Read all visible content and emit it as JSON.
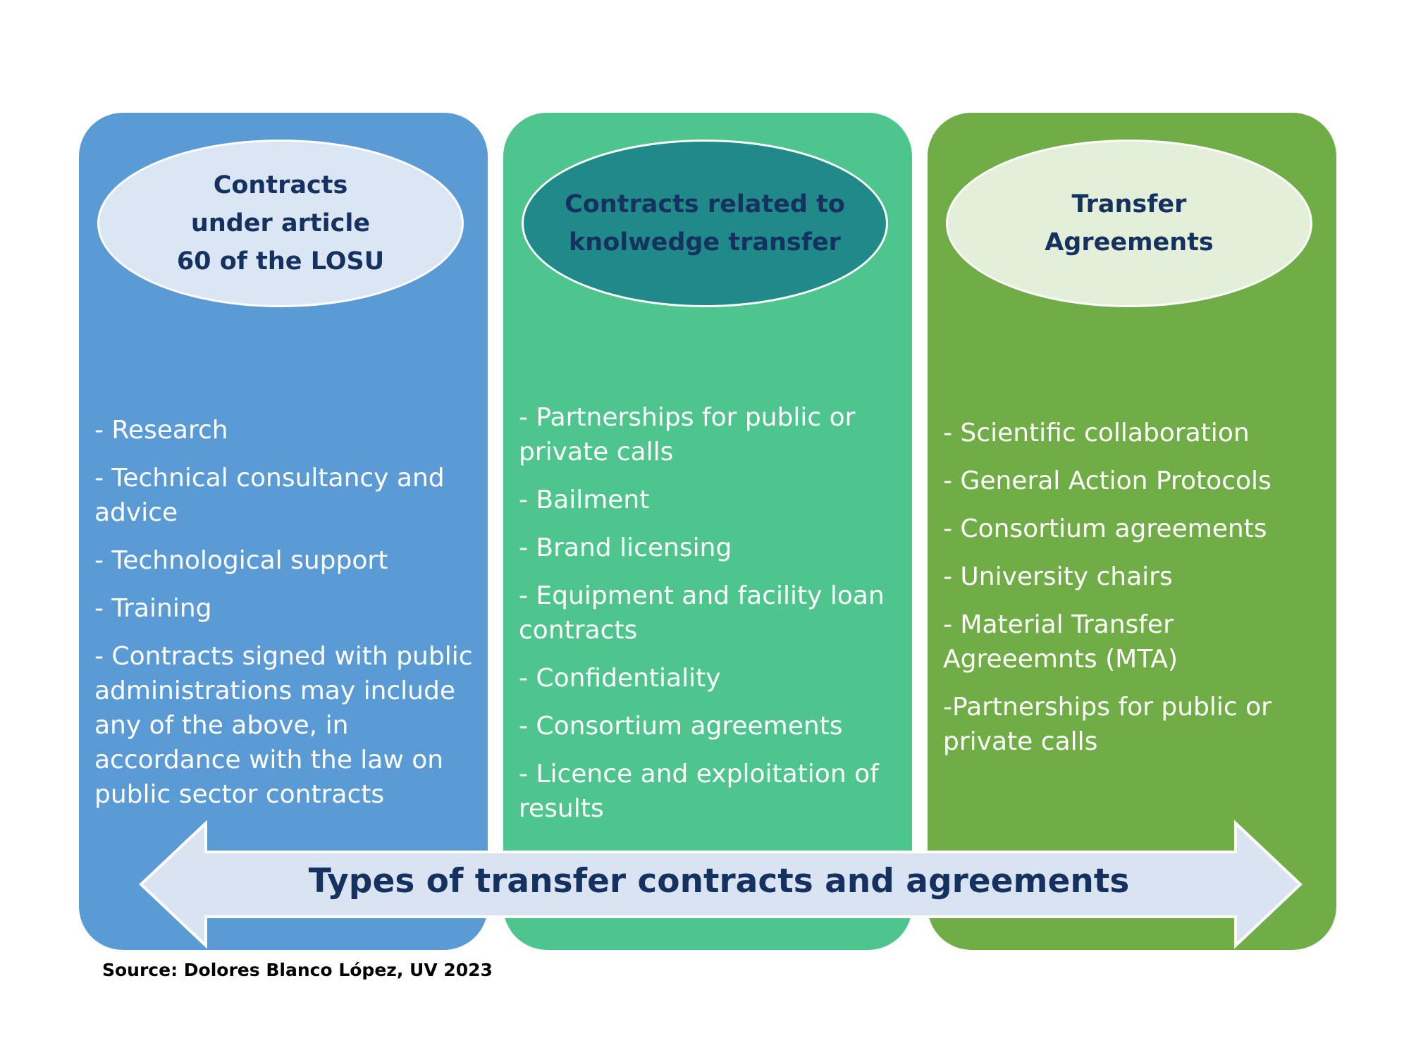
{
  "columns": [
    {
      "title": "Contracts\nunder article\n60 of the LOSU",
      "items": [
        "- Research",
        "- Technical consultancy and advice",
        "- Technological support",
        "- Training",
        "- Contracts signed with public administrations may include any of the above, in accordance with the law on public sector contracts"
      ],
      "color": "#5b9bd5"
    },
    {
      "title": "Contracts related to\nknolwedge transfer",
      "items": [
        "- Partnerships for public or private calls",
        "- Bailment",
        "- Brand licensing",
        "- Equipment and facility loan contracts",
        "- Confidentiality",
        "- Consortium agreements",
        "- Licence and exploitation of results"
      ],
      "color": "#4fc58e"
    },
    {
      "title": "Transfer\nAgreements",
      "items": [
        "- Scientific collaboration",
        "- General Action Protocols",
        "- Consortium agreements",
        "- University chairs",
        "- Material Transfer Agreeemnts (MTA)",
        "-Partnerships for public or private calls"
      ],
      "color": "#70ad47"
    }
  ],
  "arrow_label": "Types of transfer contracts and agreements",
  "source": "Source: Dolores Blanco López, UV 2023"
}
